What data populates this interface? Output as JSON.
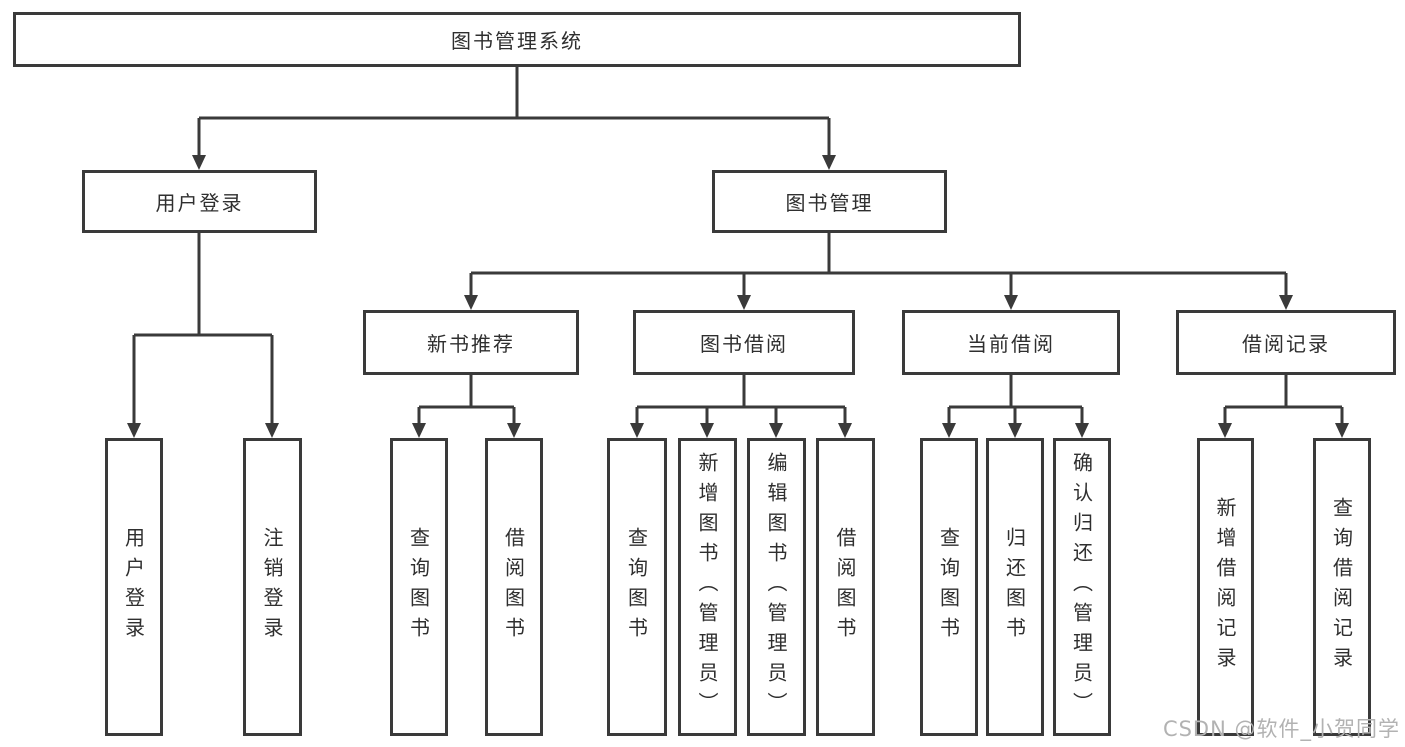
{
  "diagram": {
    "watermark": "CSDN @软件_小贺同学",
    "colors": {
      "line": "#3a3a3a",
      "text": "#2f2f2f",
      "watermark": "#b2b2b2",
      "background": "#ffffff"
    },
    "nodes": {
      "root": "图书管理系统",
      "user_login": "用户登录",
      "book_mgmt": "图书管理",
      "new_book_rec": "新书推荐",
      "book_borrow": "图书借阅",
      "current_borrow": "当前借阅",
      "borrow_record": "借阅记录",
      "leaf_user_login": "用户登录",
      "leaf_logout": "注销登录",
      "leaf_query_book_rec": "查询图书",
      "leaf_borrow_book_rec": "借阅图书",
      "leaf_query_book_borrow": "查询图书",
      "leaf_add_book": "新增图书（管理员）",
      "leaf_edit_book": "编辑图书（管理员）",
      "leaf_borrow_book_borrow": "借阅图书",
      "leaf_query_book_current": "查询图书",
      "leaf_return_book": "归还图书",
      "leaf_confirm_return": "确认归还（管理员）",
      "leaf_add_record": "新增借阅记录",
      "leaf_query_record": "查询借阅记录"
    }
  }
}
